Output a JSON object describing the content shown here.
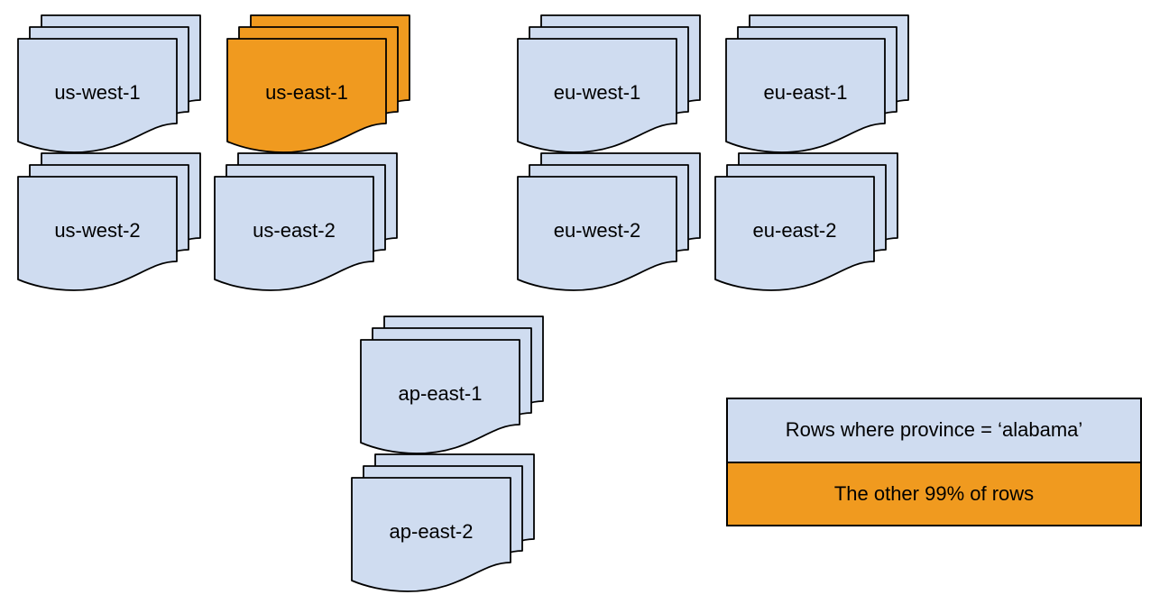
{
  "stacks": [
    {
      "label": "us-west-1",
      "variant": "normal"
    },
    {
      "label": "us-east-1",
      "variant": "highlight"
    },
    {
      "label": "eu-west-1",
      "variant": "normal"
    },
    {
      "label": "eu-east-1",
      "variant": "normal"
    },
    {
      "label": "us-west-2",
      "variant": "normal"
    },
    {
      "label": "us-east-2",
      "variant": "normal"
    },
    {
      "label": "eu-west-2",
      "variant": "normal"
    },
    {
      "label": "eu-east-2",
      "variant": "normal"
    },
    {
      "label": "ap-east-1",
      "variant": "normal"
    },
    {
      "label": "ap-east-2",
      "variant": "normal"
    }
  ],
  "legend": {
    "items": [
      {
        "label": "Rows where province = ‘alabama’",
        "color": "#cfdcf0"
      },
      {
        "label": "The other 99% of rows",
        "color": "#f09a1f"
      }
    ]
  },
  "colors": {
    "doc-blue": "#cfdcf0",
    "doc-orange": "#f09a1f",
    "stroke": "#000000"
  }
}
